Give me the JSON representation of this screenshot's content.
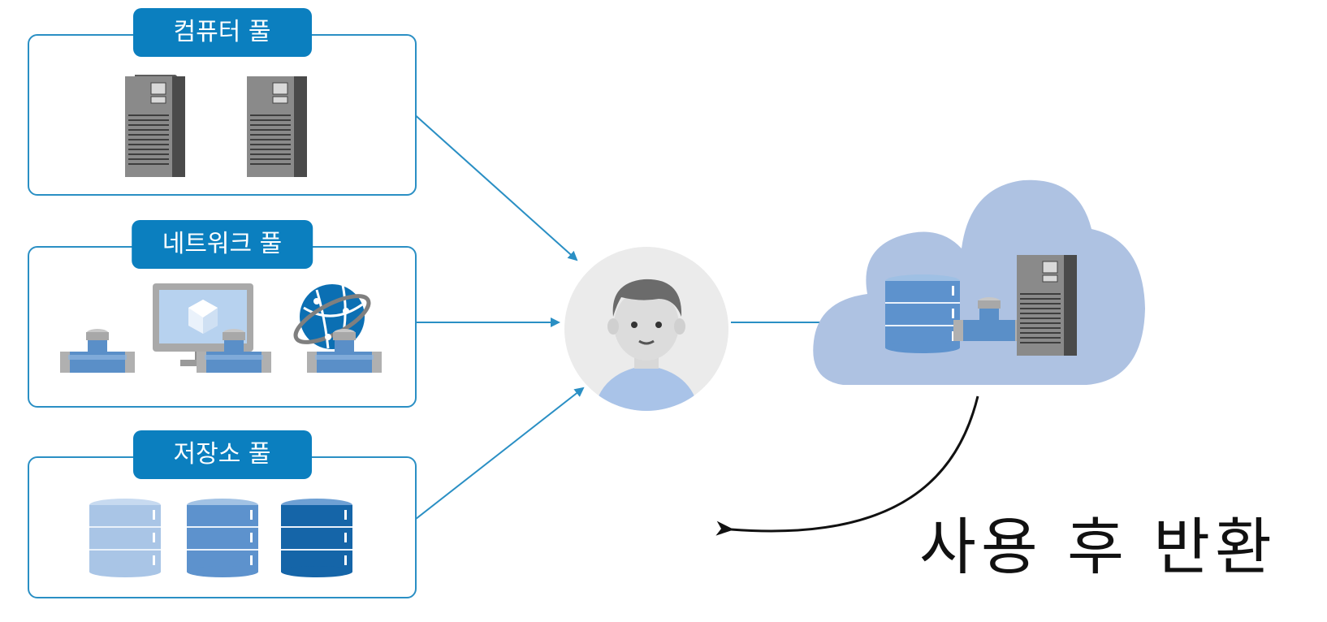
{
  "pools": {
    "computer": {
      "title": "컴퓨터 풀",
      "icons": [
        "server-tower-icon",
        "server-tower-icon"
      ]
    },
    "network": {
      "title": "네트워크 풀",
      "icons": [
        "pipe-connector-icon",
        "monitor-cube-icon",
        "pipe-connector-icon",
        "globe-network-icon",
        "pipe-connector-icon"
      ]
    },
    "storage": {
      "title": "저장소 풀",
      "icons": [
        "database-light-icon",
        "database-medium-icon",
        "database-dark-icon"
      ]
    }
  },
  "user": {
    "icon": "user-avatar-icon"
  },
  "cloud": {
    "icons": [
      "cloud-icon",
      "database-icon",
      "pipe-connector-icon",
      "server-tower-icon"
    ]
  },
  "return_label": "사용 후 반환",
  "colors": {
    "accent": "#0b7fbf",
    "border": "#2a8fc4",
    "arrow": "#2a8fc4",
    "cloud": "#aec2e2",
    "avatar_bg": "#ebebeb",
    "avatar_shirt": "#a9c3e8"
  }
}
